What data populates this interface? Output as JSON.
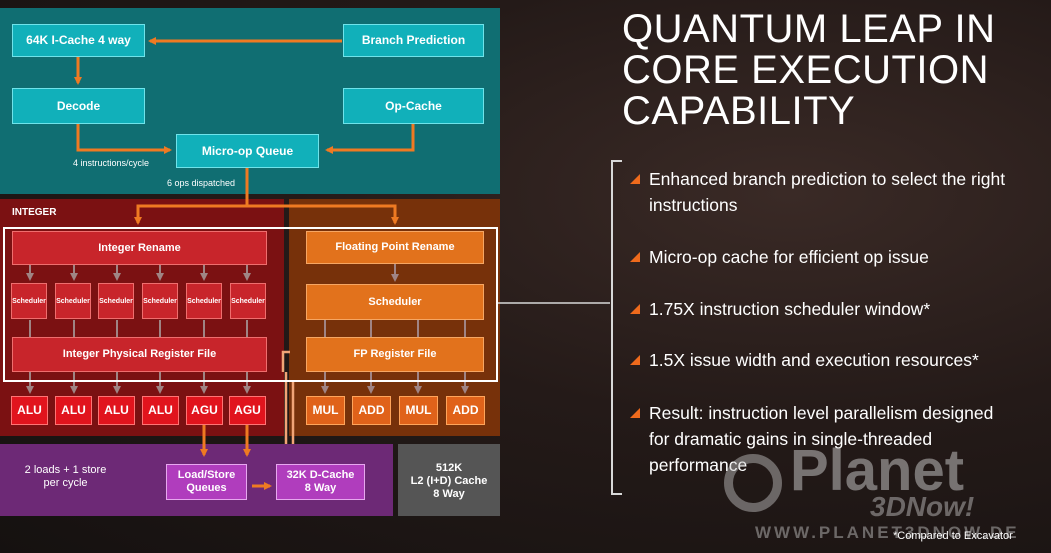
{
  "title_lines": [
    "QUANTUM LEAP IN",
    "CORE EXECUTION",
    "CAPABILITY"
  ],
  "bullets": [
    {
      "lines": [
        "Enhanced branch prediction to select the right",
        "instructions"
      ]
    },
    {
      "lines": [
        "Micro-op cache for efficient op issue"
      ]
    },
    {
      "lines": [
        "1.75X instruction scheduler window*"
      ]
    },
    {
      "lines": [
        "1.5X issue width and execution resources*"
      ]
    },
    {
      "lines": [
        "Result: instruction level parallelism designed",
        "for dramatic gains in single-threaded",
        "performance"
      ]
    }
  ],
  "footnote": "*Compared to Excavator",
  "watermark": {
    "word": "Planet",
    "sub": "3DNow!",
    "url": "WWW.PLANET3DNOW.DE"
  },
  "frontend": {
    "icache": "64K I-Cache 4 way",
    "branch_prediction": "Branch Prediction",
    "decode": "Decode",
    "op_cache": "Op-Cache",
    "micro_op_queue": "Micro-op Queue",
    "instructions_per_cycle": "4 instructions/cycle",
    "ops_dispatched": "6 ops dispatched"
  },
  "integer": {
    "label": "INTEGER",
    "rename": "Integer Rename",
    "schedulers": [
      "Scheduler",
      "Scheduler",
      "Scheduler",
      "Scheduler",
      "Scheduler",
      "Scheduler"
    ],
    "register_file": "Integer Physical Register File",
    "units": [
      "ALU",
      "ALU",
      "ALU",
      "ALU",
      "AGU",
      "AGU"
    ]
  },
  "fp": {
    "rename": "Floating Point Rename",
    "scheduler": "Scheduler",
    "register_file": "FP Register File",
    "units": [
      "MUL",
      "ADD",
      "MUL",
      "ADD"
    ]
  },
  "memory": {
    "loads_store": [
      "2 loads + 1 store",
      "per cycle"
    ],
    "load_store_queues": [
      "Load/Store",
      "Queues"
    ],
    "dcache": [
      "32K D-Cache",
      "8 Way"
    ],
    "l2": [
      "512K",
      "L2 (I+D) Cache",
      "8 Way"
    ]
  },
  "colors": {
    "teal": "#0f6e73",
    "integer_red": "#7d1111",
    "fp_brown": "#7a3208",
    "memory_purple": "#6f2a78",
    "l2_gray": "#5a5a5a",
    "arrow_orange": "#ef7a22",
    "bullet_orange": "#ee6a1c"
  }
}
